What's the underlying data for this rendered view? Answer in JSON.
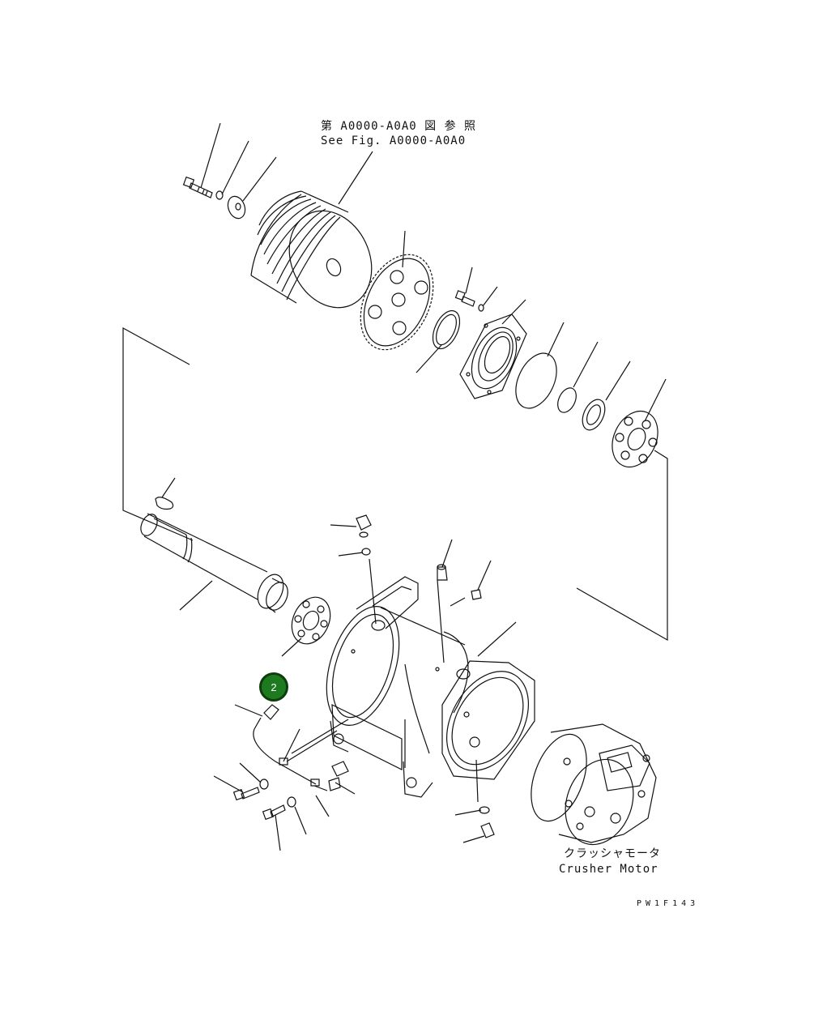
{
  "references": {
    "ref_line_jp": "第 A0000-A0A0 図 参 照",
    "ref_line_en": "See Fig. A0000-A0A0"
  },
  "motor_label": {
    "jp": "クラッシャモータ",
    "en": "Crusher Motor"
  },
  "drawing_code": "PW1F143",
  "callouts": [
    {
      "label": "2"
    }
  ],
  "colors": {
    "callout_fill": "#1e7a1e",
    "line": "#111111"
  }
}
